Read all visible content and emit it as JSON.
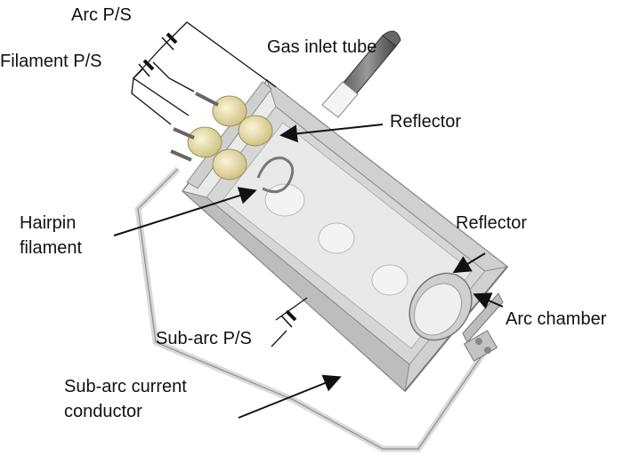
{
  "labels": {
    "arc_ps": "Arc P/S",
    "filament_ps": "Filament P/S",
    "gas_inlet": "Gas inlet tube",
    "reflector_top": "Reflector",
    "hairpin_1": "Hairpin",
    "hairpin_2": "filament",
    "reflector_right": "Reflector",
    "arc_chamber": "Arc chamber",
    "subarc_ps": "Sub-arc P/S",
    "subarc_cond_1": "Sub-arc current",
    "subarc_cond_2": "conductor"
  },
  "colors": {
    "chamber_light": "#e6e6e6",
    "chamber_mid": "#cfcfcf",
    "chamber_dark": "#9a9a9a",
    "insulator": "#ece3b0",
    "line": "#111111"
  }
}
